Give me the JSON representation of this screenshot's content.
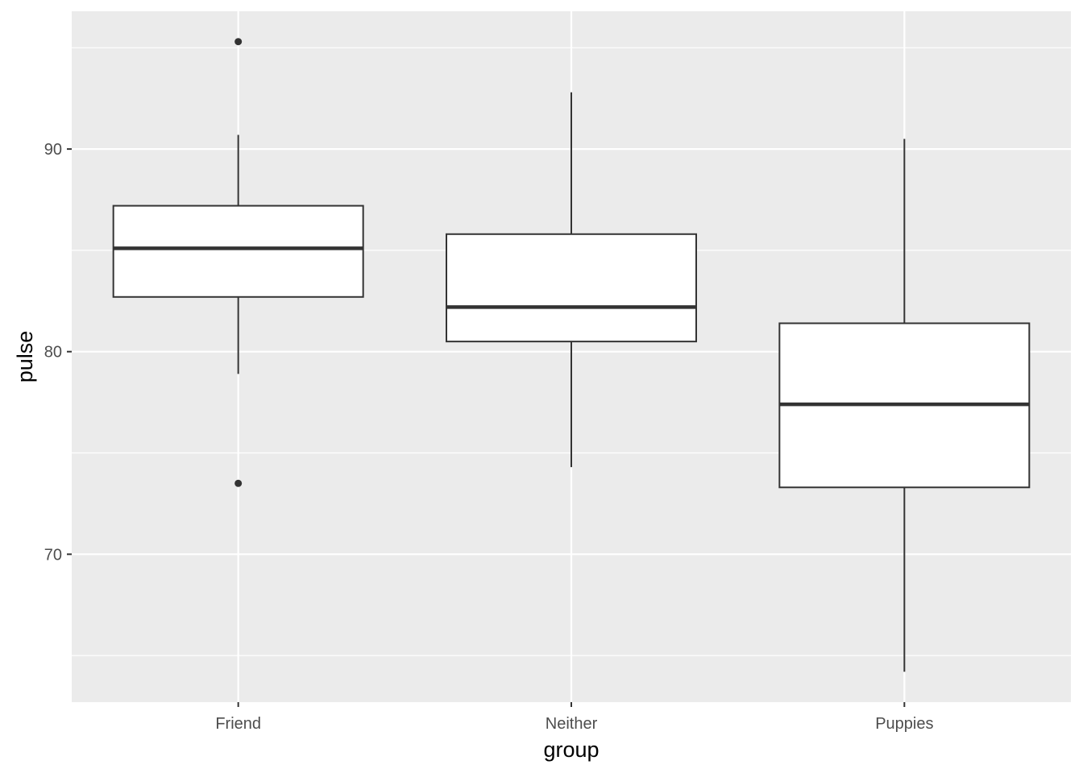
{
  "chart_data": {
    "type": "box",
    "xlabel": "group",
    "ylabel": "pulse",
    "categories": [
      "Friend",
      "Neither",
      "Puppies"
    ],
    "boxes": [
      {
        "category": "Friend",
        "lower_whisker": 78.9,
        "q1": 82.7,
        "median": 85.1,
        "q3": 87.2,
        "upper_whisker": 90.7,
        "outliers": [
          95.3,
          73.5
        ]
      },
      {
        "category": "Neither",
        "lower_whisker": 74.3,
        "q1": 80.5,
        "median": 82.2,
        "q3": 85.8,
        "upper_whisker": 92.8,
        "outliers": []
      },
      {
        "category": "Puppies",
        "lower_whisker": 64.2,
        "q1": 73.3,
        "median": 77.4,
        "q3": 81.4,
        "upper_whisker": 90.5,
        "outliers": []
      }
    ],
    "ylim": [
      62.7,
      96.8
    ],
    "y_ticks": [
      70,
      80,
      90
    ],
    "y_tick_labels": [
      "70",
      "80",
      "90"
    ],
    "y_minor_ticks": [
      65,
      75,
      85,
      95
    ],
    "grid": true,
    "colors": {
      "panel_background": "#ebebeb",
      "grid_line": "#ffffff",
      "box_fill": "#ffffff",
      "box_stroke": "#333333",
      "outlier": "#333333",
      "tick_label": "#4d4d4d",
      "axis_title": "#000000"
    }
  }
}
